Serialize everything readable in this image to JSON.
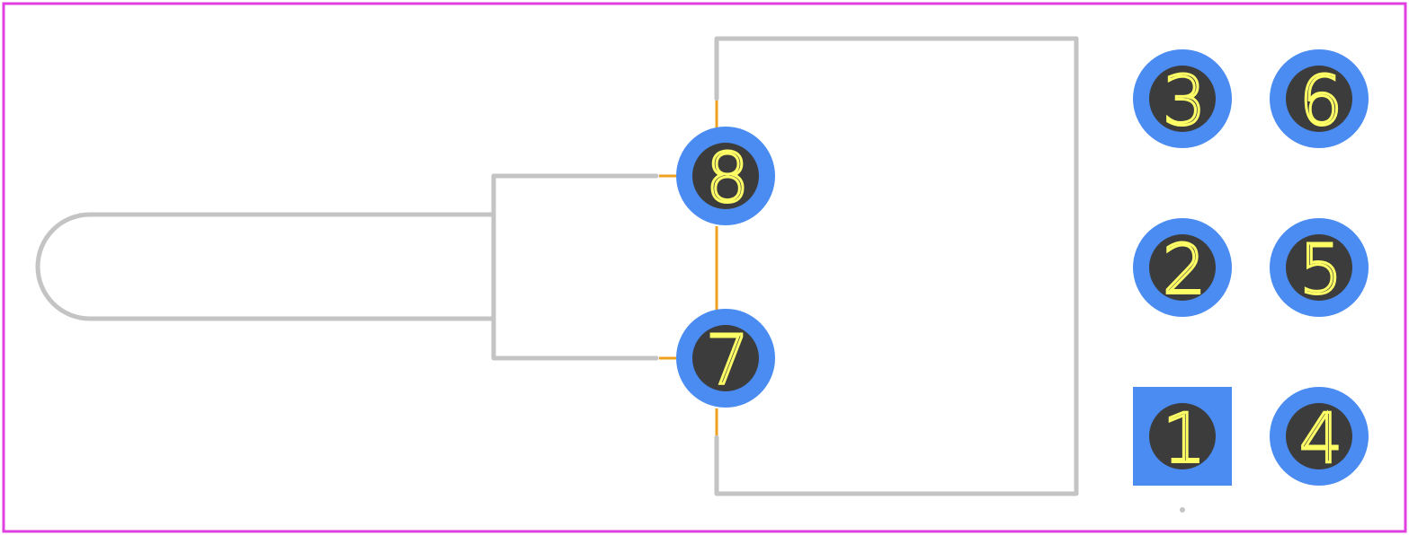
{
  "colors": {
    "board_outline": "#e040e0",
    "silkscreen": "#c4c4c4",
    "copper_pad": "#4a8cf2",
    "drill_hole": "#3c3c3c",
    "pad_label": "#ffff66",
    "courtyard_trace": "#f0a020"
  },
  "pads": [
    {
      "number": "1",
      "shape": "square"
    },
    {
      "number": "2",
      "shape": "round"
    },
    {
      "number": "3",
      "shape": "round"
    },
    {
      "number": "4",
      "shape": "round"
    },
    {
      "number": "5",
      "shape": "round"
    },
    {
      "number": "6",
      "shape": "round"
    },
    {
      "number": "7",
      "shape": "round"
    },
    {
      "number": "8",
      "shape": "round"
    }
  ]
}
